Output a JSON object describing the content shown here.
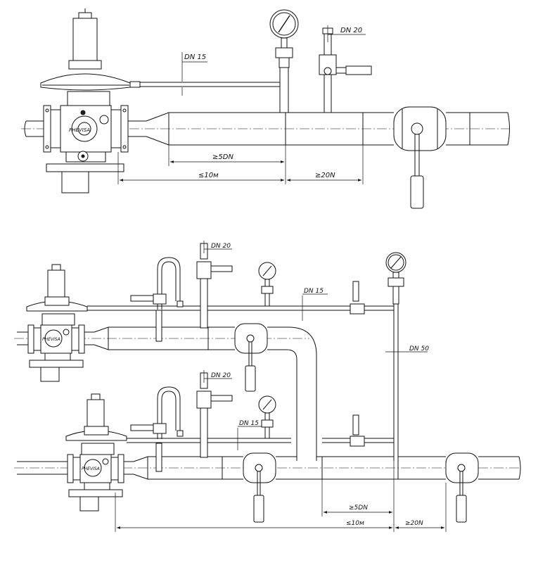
{
  "top_scheme": {
    "pipe_dn_labels": [
      "DN 15",
      "DN 20"
    ],
    "dimensions": {
      "min_5dn": "≥5DN",
      "max_10m": "≤10м",
      "min_20dn": "≥20N"
    },
    "regulator_mark": "PHEVISA"
  },
  "bottom_scheme": {
    "pipe_dn_labels": [
      "DN 20",
      "DN 15",
      "DN 50",
      "DN 20",
      "DN 15"
    ],
    "dimensions": {
      "min_5dn": "≥5DN",
      "max_10m": "≤10м",
      "min_20dn": "≥20N"
    },
    "regulator_mark": "PHEVISA"
  }
}
